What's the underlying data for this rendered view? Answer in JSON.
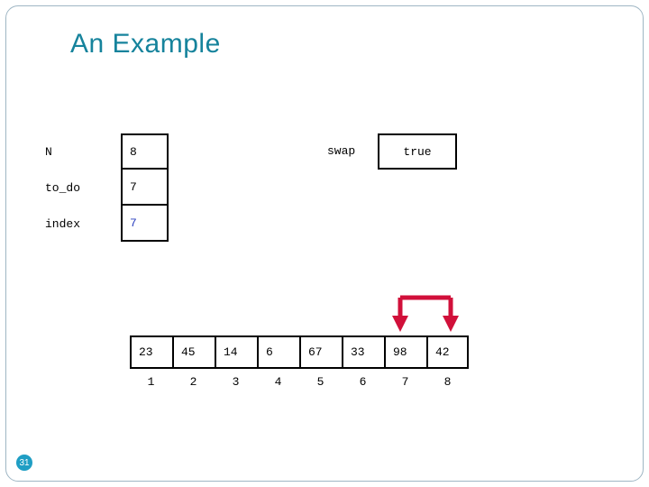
{
  "slide": {
    "title": "An  Example",
    "page_number": "31",
    "accent_color": "#16839c",
    "badge_color": "#1f9ec4",
    "arrow_color": "#d1103a",
    "value_color": "#2a3fbf"
  },
  "variables": [
    {
      "name": "N",
      "value": "8"
    },
    {
      "name": "to_do",
      "value": "7"
    },
    {
      "name": "index",
      "value": "7"
    }
  ],
  "swap": {
    "label": "swap",
    "value": "true"
  },
  "array": {
    "values": [
      "23",
      "45",
      "14",
      "6",
      "67",
      "33",
      "98",
      "42"
    ],
    "indices": [
      "1",
      "2",
      "3",
      "4",
      "5",
      "6",
      "7",
      "8"
    ]
  },
  "arrows": {
    "count": 2,
    "from_index": "7",
    "to_index": "8"
  }
}
